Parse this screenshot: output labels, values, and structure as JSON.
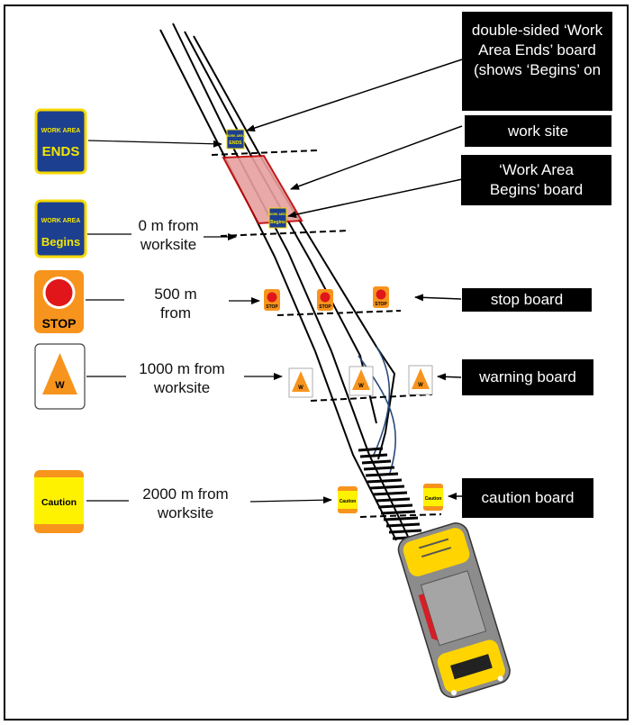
{
  "colors": {
    "board_blue": "#1d3f8f",
    "board_yellow_border": "#f5d800",
    "board_yellow_text": "#f2e600",
    "stop_orange": "#f7941d",
    "stop_red": "#e0161b",
    "caution_yellow": "#fff200",
    "worksite_fill": "#e8a0a0",
    "worksite_border": "#c00000",
    "train_yellow": "#ffd400",
    "train_grey": "#8c8c8c",
    "callout_bg": "#000000"
  },
  "legend_signs": {
    "ends": {
      "line1": "WORK AREA",
      "line2": "ENDS"
    },
    "begins": {
      "line1": "WORK AREA",
      "line2": "Begins"
    },
    "stop": {
      "text": "STOP"
    },
    "warning": {
      "text": "W"
    },
    "caution": {
      "text": "Caution"
    }
  },
  "distance_labels": {
    "zero": {
      "line1": "0 m from",
      "line2": "worksite"
    },
    "five_hundred": {
      "line1": "500 m",
      "line2": "from"
    },
    "one_thousand": {
      "line1": "1000 m from",
      "line2": "worksite"
    },
    "two_thousand": {
      "line1": "2000 m from",
      "line2": "worksite"
    }
  },
  "callouts": {
    "double_sided": "double-sided ‘Work Area Ends’ board (shows ‘Begins’ on",
    "work_site": "work site",
    "work_area_begins": "‘Work Area Begins’ board",
    "stop_board": "stop board",
    "warning_board": "warning board",
    "caution_board": "caution board"
  },
  "track_signs": {
    "stop": "STOP",
    "warning": "W",
    "caution": "Caution",
    "ends_small": {
      "line1": "WORK AREA",
      "line2": "ENDS"
    },
    "begins_small": {
      "line1": "WORK AREA",
      "line2": "Begins"
    }
  }
}
